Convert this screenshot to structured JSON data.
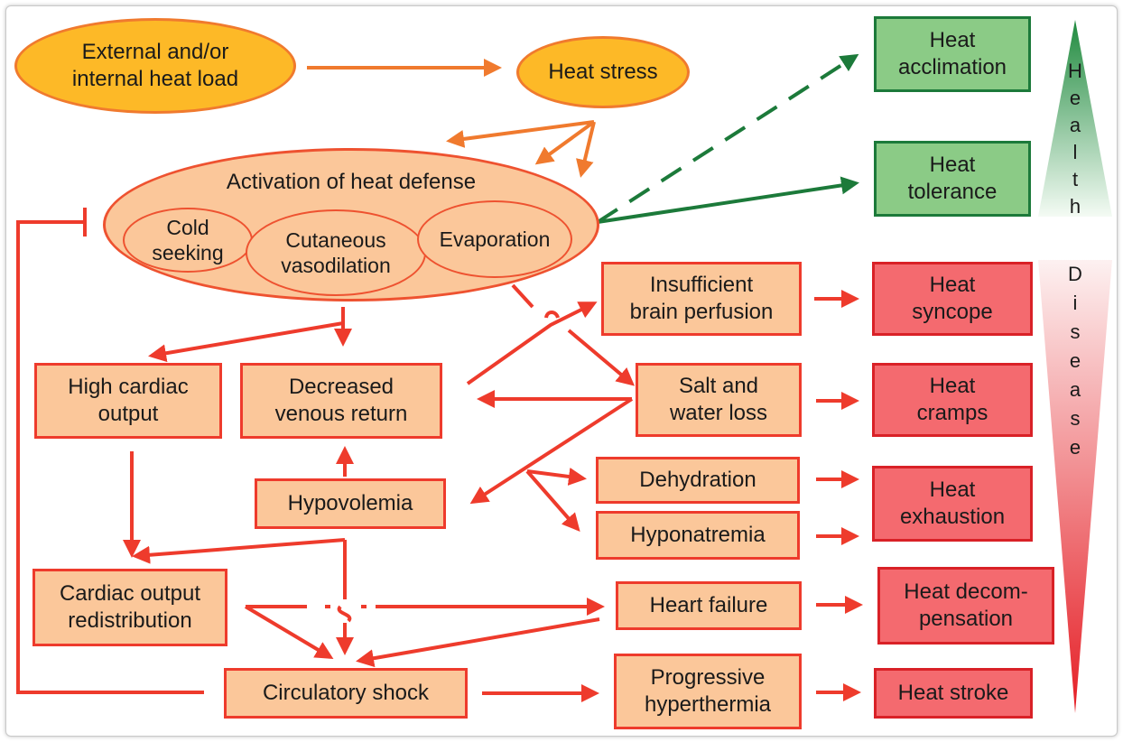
{
  "nodes": {
    "external_heat_load": "External and/or\ninternal heat load",
    "heat_stress": "Heat stress",
    "activation_title": "Activation of heat defense",
    "cold_seeking": "Cold\nseeking",
    "cutaneous_vasodilation": "Cutaneous\nvasodilation",
    "evaporation": "Evaporation",
    "heat_acclimation": "Heat\nacclimation",
    "heat_tolerance": "Heat\ntolerance",
    "insufficient_brain_perfusion": "Insufficient\nbrain perfusion",
    "heat_syncope": "Heat\nsyncope",
    "high_cardiac_output": "High cardiac\noutput",
    "decreased_venous_return": "Decreased\nvenous return",
    "salt_water_loss": "Salt and\nwater loss",
    "heat_cramps": "Heat\ncramps",
    "dehydration": "Dehydration",
    "hypovolemia": "Hypovolemia",
    "hyponatremia": "Hyponatremia",
    "heat_exhaustion": "Heat\nexhaustion",
    "cardiac_output_redistribution": "Cardiac output\nredistribution",
    "heart_failure": "Heart failure",
    "heat_decompensation": "Heat decom-\npensation",
    "circulatory_shock": "Circulatory shock",
    "progressive_hyperthermia": "Progressive\nhyperthermia",
    "heat_stroke": "Heat stroke"
  },
  "scale": {
    "health_letters": [
      "H",
      "e",
      "a",
      "l",
      "t",
      "h"
    ],
    "disease_letters": [
      "D",
      "i",
      "s",
      "e",
      "a",
      "s",
      "e"
    ]
  },
  "colors": {
    "orange_arrow": "#f07a2e",
    "red_arrow": "#ee3b2c",
    "green_arrow": "#1c7a3a",
    "health_gradient_top": "#1f8a3e",
    "disease_gradient_bottom": "#e51e25"
  }
}
